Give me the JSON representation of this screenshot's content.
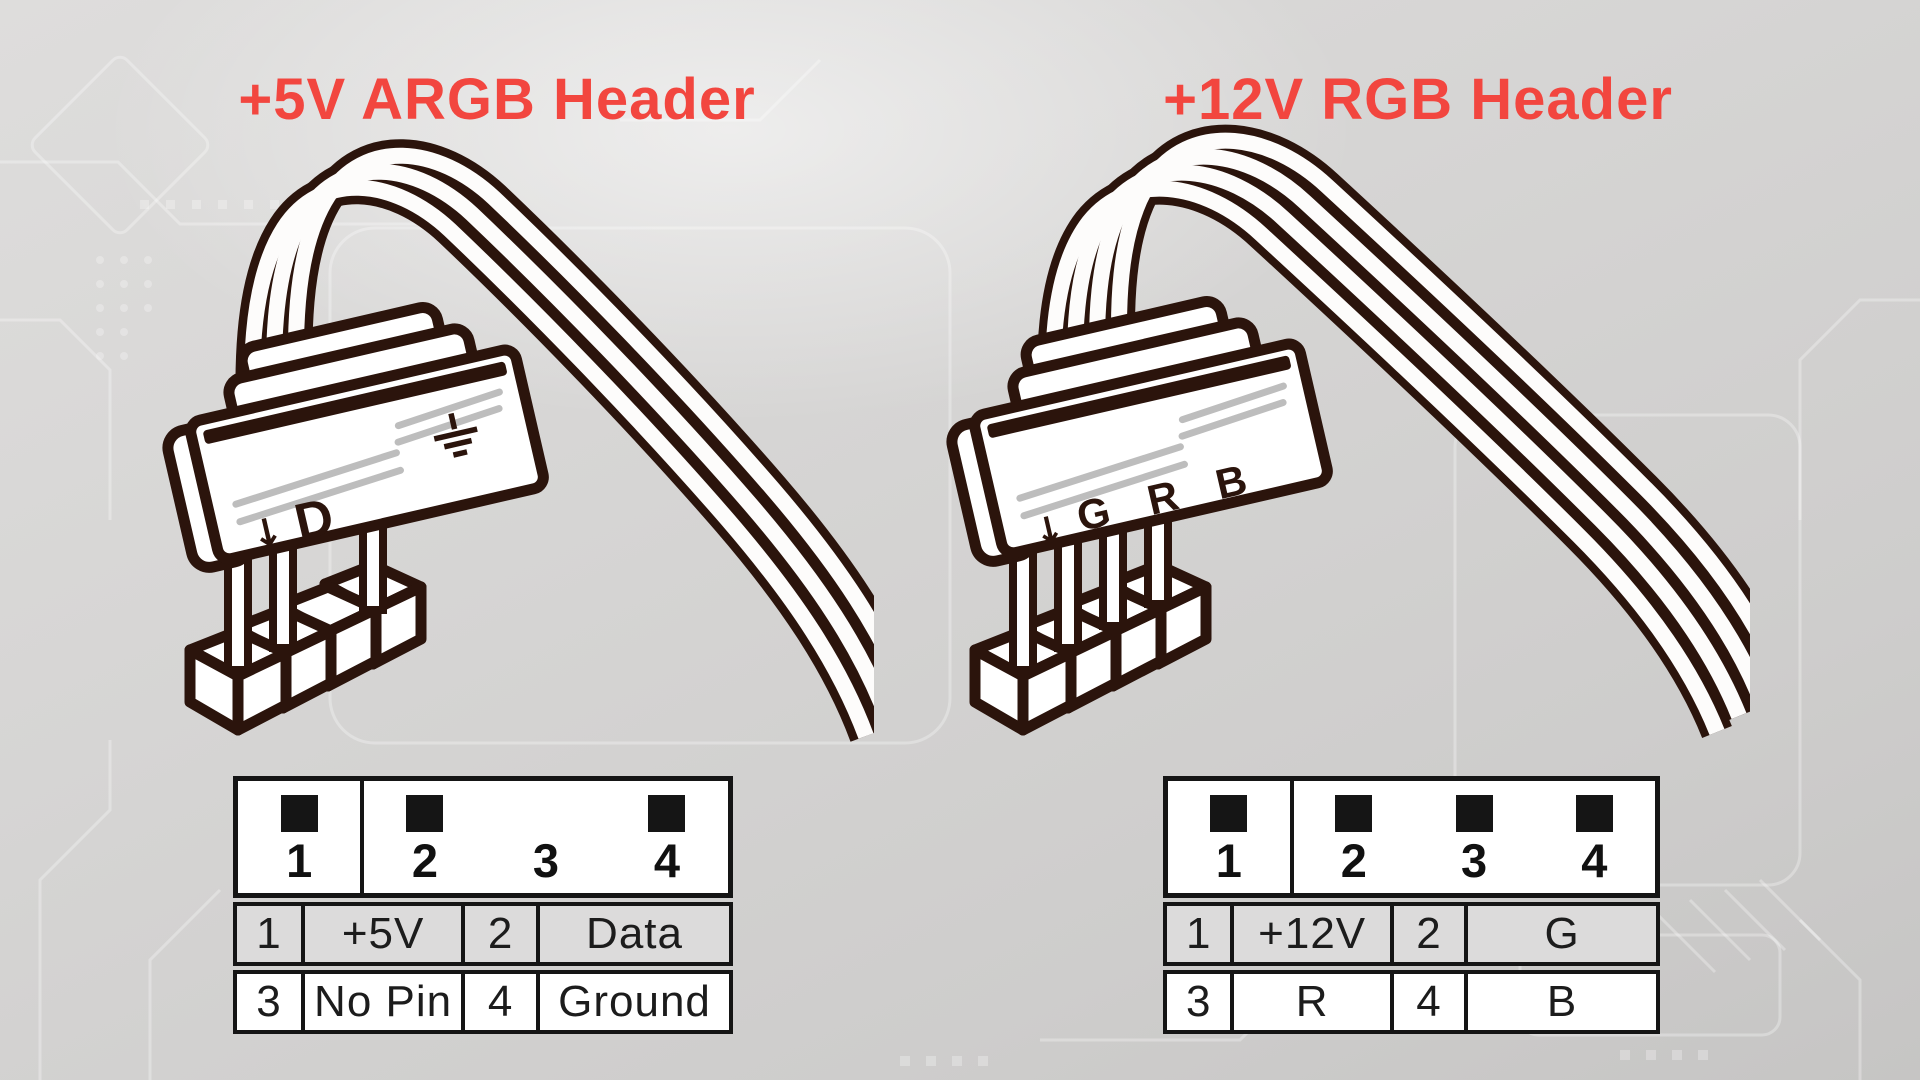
{
  "colors": {
    "background_gray": "#d5d4d3",
    "accent_red": "#f2463f",
    "line_dark": "#2b140c",
    "table_border": "#151515",
    "row_gray": "#dcdbdb",
    "stripe_gray": "#bdbdbd"
  },
  "left": {
    "title": "+5V ARGB Header",
    "connector": {
      "wire_count": 3,
      "face_arrow": "↓",
      "face_label": "D",
      "has_ground_symbol": true
    },
    "pin_diagram": [
      {
        "num": "1",
        "square": "true"
      },
      {
        "num": "2",
        "square": "true"
      },
      {
        "num": "3",
        "square": "false"
      },
      {
        "num": "4",
        "square": "true"
      }
    ],
    "pin_rows": [
      {
        "cells": [
          {
            "pin": "1",
            "value": "+5V"
          },
          {
            "pin": "2",
            "value": "Data"
          }
        ]
      },
      {
        "cells": [
          {
            "pin": "3",
            "value": "No Pin"
          },
          {
            "pin": "4",
            "value": "Ground"
          }
        ]
      }
    ]
  },
  "right": {
    "title": "+12V RGB Header",
    "connector": {
      "wire_count": 4,
      "face_arrow": "↓",
      "face_label": "G R B",
      "has_ground_symbol": false
    },
    "pin_diagram": [
      {
        "num": "1",
        "square": "true"
      },
      {
        "num": "2",
        "square": "true"
      },
      {
        "num": "3",
        "square": "true"
      },
      {
        "num": "4",
        "square": "true"
      }
    ],
    "pin_rows": [
      {
        "cells": [
          {
            "pin": "1",
            "value": "+12V"
          },
          {
            "pin": "2",
            "value": "G"
          }
        ]
      },
      {
        "cells": [
          {
            "pin": "3",
            "value": "R"
          },
          {
            "pin": "4",
            "value": "B"
          }
        ]
      }
    ]
  }
}
